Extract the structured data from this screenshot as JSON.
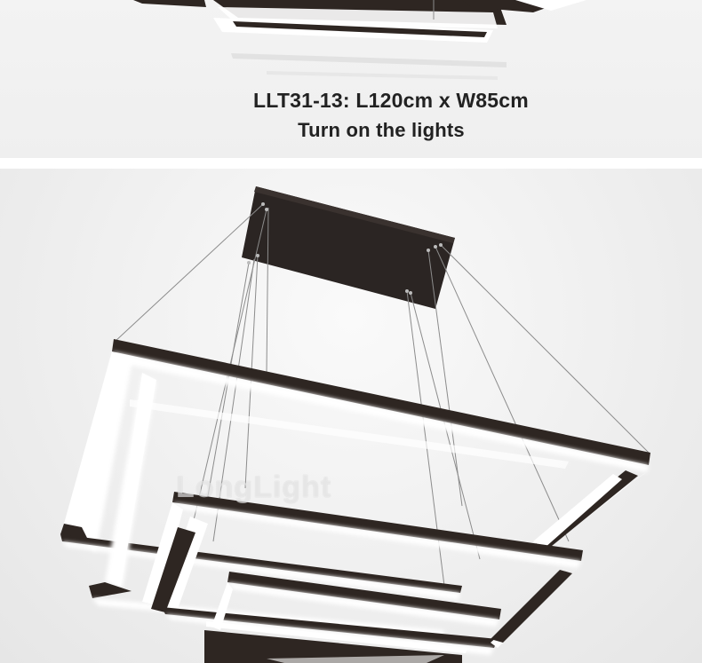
{
  "caption": {
    "model_size": "LLT31-13: L120cm x W85cm",
    "state": "Turn on the lights"
  },
  "watermark": "LongLight",
  "colors": {
    "frame": "#2e2622",
    "glow": "#ffffff",
    "canopy": "#2b2523",
    "wire": "#8c8c8c"
  }
}
